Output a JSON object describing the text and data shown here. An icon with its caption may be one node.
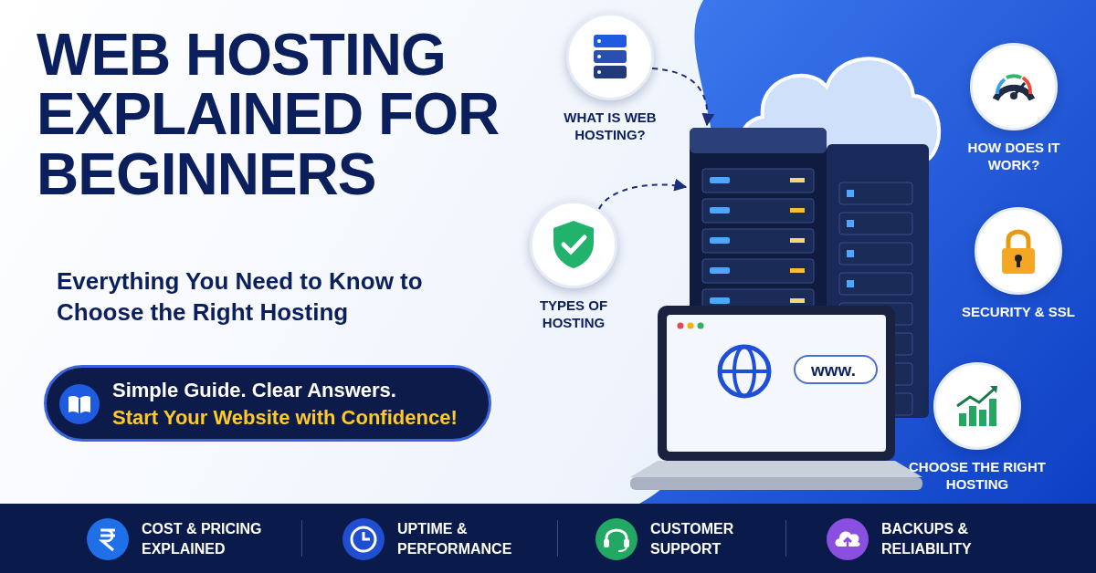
{
  "diagram": {
    "title": "WEB HOSTING EXPLAINED FOR BEGINNERS",
    "nodes": [
      {
        "text": [
          "WHAT IS WEB HOSTING?"
        ]
      },
      {
        "text": [
          "TYPES OF HOSTING"
        ]
      },
      {
        "text": [],
        "shape": "picture"
      },
      {
        "text": [
          "HOW DOES IT WORK?"
        ]
      },
      {
        "text": [
          "SECURITY & SSL"
        ]
      },
      {
        "text": [
          "CHOOSE THE RIGHT HOSTING"
        ]
      }
    ],
    "edges": [
      {
        "from": 0,
        "to": 2,
        "arrow": "to",
        "style": "dashed"
      },
      {
        "from": 1,
        "to": 2,
        "arrow": "to",
        "style": "dashed"
      }
    ],
    "labels": [
      "Everything You Need to Know to Choose the Right Hosting",
      "Simple Guide. Clear Answers.",
      "Start Your Website with Confidence!",
      "www.",
      "COST & PRICING EXPLAINED",
      "UPTIME & PERFORMANCE",
      "CUSTOMER SUPPORT",
      "BACKUPS & RELIABILITY"
    ]
  }
}
